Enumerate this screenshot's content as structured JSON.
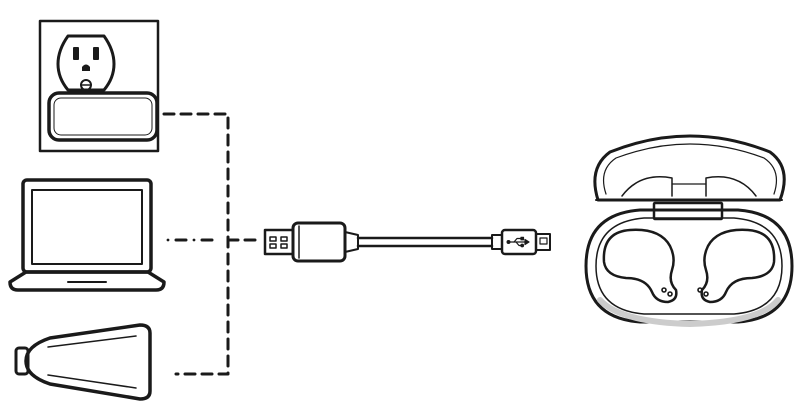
{
  "diagram": {
    "sources": [
      {
        "id": "wall-outlet",
        "icon": "wall-outlet-adapter-icon"
      },
      {
        "id": "laptop",
        "icon": "laptop-icon"
      },
      {
        "id": "car-charger",
        "icon": "car-charger-icon"
      }
    ],
    "cable": {
      "icon": "usb-to-micro-usb-cable-icon"
    },
    "device": {
      "icon": "earbuds-charging-case-icon"
    },
    "colors": {
      "stroke": "#1a1a1a",
      "background": "#ffffff",
      "case_shadow": "#cccccc"
    }
  }
}
